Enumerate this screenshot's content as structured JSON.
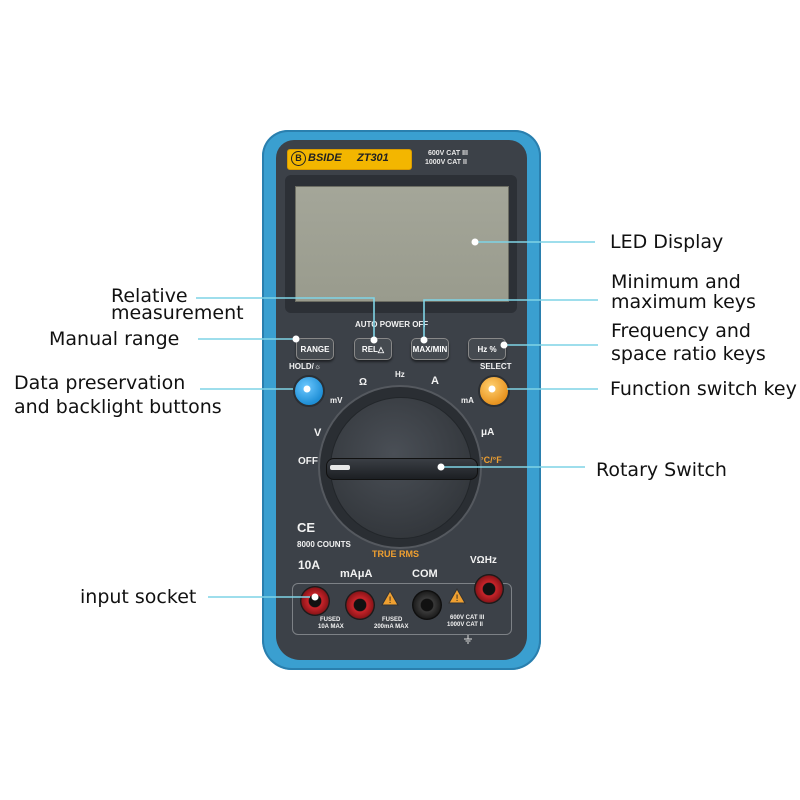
{
  "device": {
    "brand": "BSIDE",
    "model": "ZT301",
    "rating_line1": "600V  CAT III",
    "rating_line2": "1000V  CAT II",
    "auto_power_off": "AUTO POWER OFF",
    "counts": "8000 COUNTS",
    "true_rms": "TRUE RMS",
    "ce_mark": "CE",
    "colors": {
      "bumper": "#3a9fd0",
      "body": "#3c4148",
      "lcd": "#9a9c8f",
      "accent_blue": "#2a9fe0",
      "accent_orange": "#f0a030"
    }
  },
  "keys": {
    "range": "RANGE",
    "rel": "REL△",
    "maxmin": "MAX/MIN",
    "hz": "Hz %",
    "hold": "HOLD/☼",
    "select": "SELECT"
  },
  "dial": {
    "off": "OFF",
    "mv": "mV",
    "ohm": "Ω",
    "hz": "Hz",
    "a": "A",
    "ma": "mA",
    "ua": "μA",
    "v": "V",
    "temp": "°C/°F"
  },
  "sockets": {
    "a10": "10A",
    "maua": "mAμA",
    "com": "COM",
    "vohm": "VΩHz",
    "fuse1_l1": "FUSED",
    "fuse1_l2": "10A MAX",
    "fuse2_l1": "FUSED",
    "fuse2_l2": "200mA MAX",
    "cat_l1": "600V  CAT III",
    "cat_l2": "1000V  CAT II"
  },
  "callouts": {
    "led_display": "LED Display",
    "minmax_l1": "Minimum and",
    "minmax_l2": "maximum keys",
    "relative_l1": "Relative",
    "relative_l2": "measurement",
    "manual_range": "Manual range",
    "freq_l1": "Frequency and",
    "freq_l2": "space ratio keys",
    "data_l1": "Data preservation",
    "data_l2": "and backlight buttons",
    "function_switch": "Function switch key",
    "rotary_switch": "Rotary Switch",
    "input_socket": "input socket"
  }
}
